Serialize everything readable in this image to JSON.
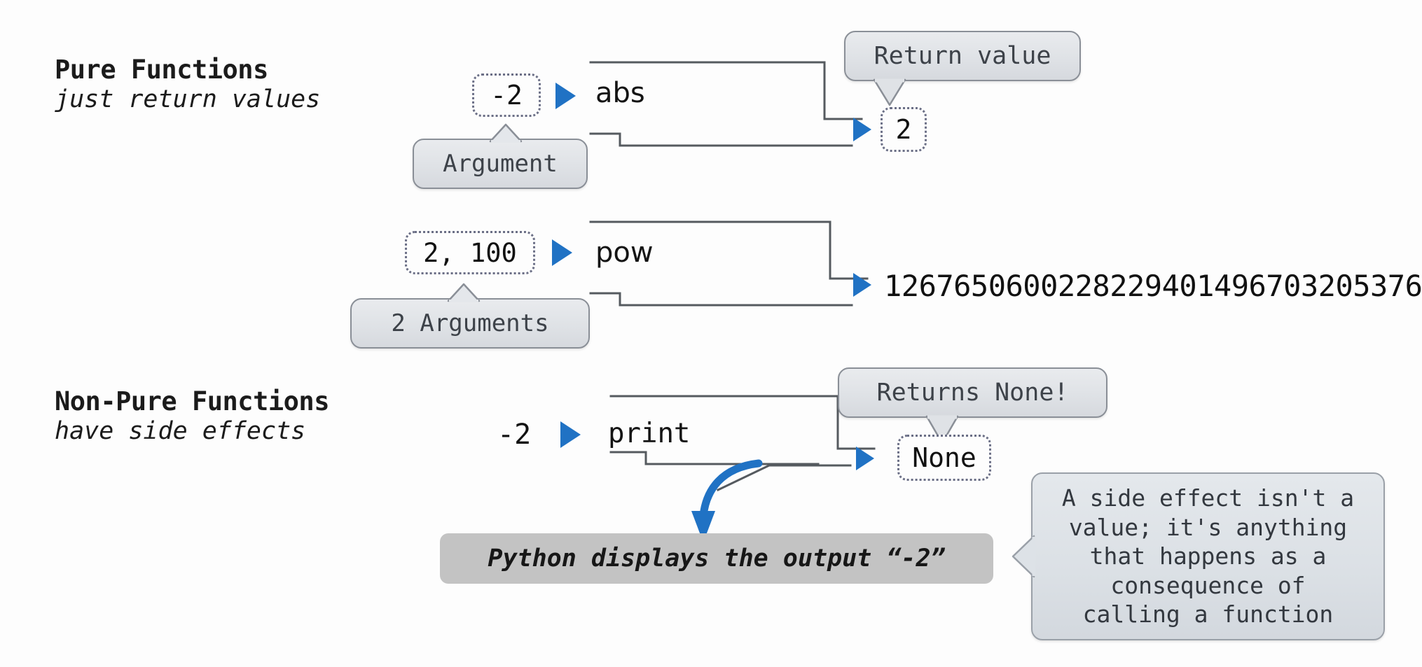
{
  "sections": [
    {
      "id": "pure",
      "title": "Pure Functions",
      "subtitle": "just return values"
    },
    {
      "id": "nonpure",
      "title": "Non-Pure Functions",
      "subtitle": "have side effects"
    }
  ],
  "rows": [
    {
      "id": "abs-row",
      "argument": "-2",
      "function_name": "abs",
      "result": "2",
      "arg_callout": "Argument",
      "result_callout": "Return value"
    },
    {
      "id": "pow-row",
      "argument": "2, 100",
      "function_name": "pow",
      "result": "1267650600228229401496703205376",
      "arg_callout": "2 Arguments",
      "result_callout": ""
    },
    {
      "id": "print-row",
      "argument": "-2",
      "function_name": "print",
      "result": "None",
      "arg_callout": "",
      "result_callout": "Returns None!"
    }
  ],
  "output_banner": {
    "text": "Python displays the output “-2”"
  },
  "side_effect_note": {
    "text": "A side effect isn't a\nvalue; it's anything\nthat happens as a\nconsequence of\ncalling a function"
  },
  "colors": {
    "arrow_blue": "#2072c4",
    "bubble_fill": "#e0e3e7",
    "bubble_border": "#8a8f97",
    "banner_fill": "#c3c3c3",
    "machine_line": "#555a5f",
    "text": "#1b1b1b"
  },
  "icons": {
    "feed_arrow": "play-triangle-icon",
    "return_arrow": "play-triangle-icon",
    "side_effect_arrow": "curved-down-arrow-icon"
  }
}
